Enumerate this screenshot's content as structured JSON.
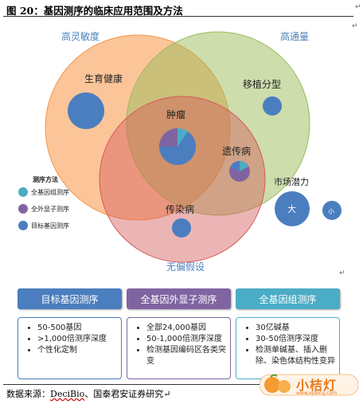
{
  "header": {
    "title": "图 20：基因测序的临床应用范围及方法",
    "return_mark": "↵"
  },
  "diagram": {
    "circle_labels": {
      "top_left": "高灵敏度",
      "top_right": "高通量",
      "bottom": "无偏假设"
    },
    "region_labels": {
      "reproductive": "生育健康",
      "transplant": "移植分型",
      "tumor": "肿瘤",
      "genetic": "遗传病",
      "infectious": "传染病"
    },
    "market": {
      "label": "市场潜力",
      "large": "大",
      "small": "小"
    },
    "legend": {
      "title": "测序方法",
      "items": [
        {
          "label": "全基因组测序",
          "color": "#4bacc6"
        },
        {
          "label": "全外显子测序",
          "color": "#8064a2"
        },
        {
          "label": "目标基因测序",
          "color": "#4f81bd"
        }
      ]
    },
    "colors": {
      "orange": "#f79646",
      "green": "#9bbb59",
      "red": "#d55a5a",
      "blue": "#4a7ebf",
      "teal": "#4bacc6",
      "purple": "#8064a2"
    }
  },
  "cards": [
    {
      "title": "目标基因测序",
      "color": "#4a7ebf",
      "items": [
        "50-500基因",
        ">1,000倍测序深度",
        "个性化定制"
      ]
    },
    {
      "title": "全基因外显子测序",
      "color": "#8064a2",
      "items": [
        "全部24,000基因",
        "50-1,000倍测序深度",
        "检测基因编码区各类突变"
      ]
    },
    {
      "title": "全基因组测序",
      "color": "#4bacc6",
      "items": [
        "30亿碱基",
        "30-50倍测序深度",
        "检测单碱基、插入删除、染色体结构性变异"
      ]
    }
  ],
  "source": {
    "prefix": "数据来源：",
    "decibio": "DeciBio",
    "suffix": "、国泰君安证券研究"
  },
  "logo": {
    "brand": "小桔灯",
    "url": "www.xjdeng.com"
  }
}
